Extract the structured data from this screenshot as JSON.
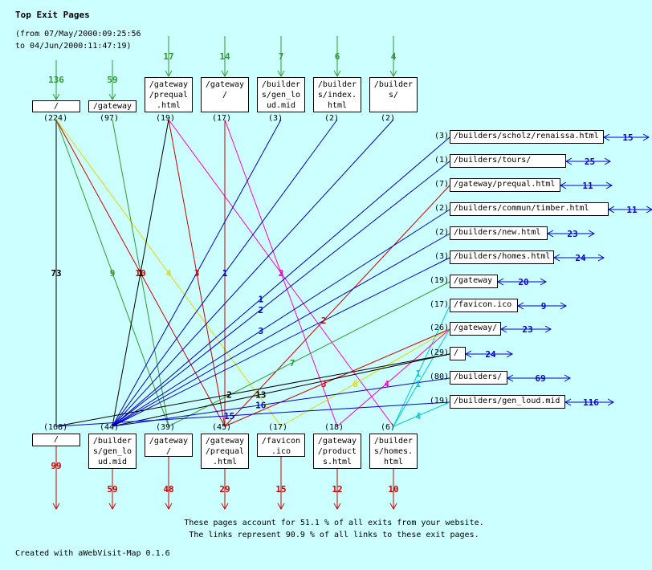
{
  "title": "Top Exit Pages",
  "subtitle_line1": "(from 07/May/2000:09:25:56",
  "subtitle_line2": "to 04/Jun/2000:11:47:19)",
  "footer_line1": "These pages account for 51.1 % of all exits from your website.",
  "footer_line2": "The links represent 90.9 % of all links to these exit pages.",
  "credit": "Created with aWebVisit-Map 0.1.6",
  "colors": {
    "background": "#ccffff",
    "green": "#339933",
    "red": "#cc0000",
    "blue": "#0000cc",
    "magenta": "#ff00cc",
    "yellow": "#dddd00",
    "cyan": "#00cccc",
    "black": "#000000"
  },
  "top_pages": [
    {
      "label": "/",
      "entries": "136",
      "count": "(224)"
    },
    {
      "label": "/gateway",
      "entries": "59",
      "count": "(97)"
    },
    {
      "label": "/gateway\n/prequal\n.html",
      "entries": "17",
      "count": "(19)"
    },
    {
      "label": "/gateway\n/",
      "entries": "14",
      "count": "(17)"
    },
    {
      "label": "/builder\ns/gen_lo\nud.mid",
      "entries": "7",
      "count": "(3)"
    },
    {
      "label": "/builder\ns/index.\nhtml",
      "entries": "6",
      "count": "(2)"
    },
    {
      "label": "/builder\ns/",
      "entries": "4",
      "count": "(2)"
    }
  ],
  "exit_pages": [
    {
      "label": "/",
      "exits": "99",
      "count": "(168)"
    },
    {
      "label": "/builder\ns/gen_lo\nud.mid",
      "exits": "59",
      "count": "(44)"
    },
    {
      "label": "/gateway\n/",
      "exits": "48",
      "count": "(39)"
    },
    {
      "label": "/gateway\n/prequal\n.html",
      "exits": "29",
      "count": "(45)"
    },
    {
      "label": "/favicon\n.ico",
      "exits": "15",
      "count": "(17)"
    },
    {
      "label": "/gateway\n/product\ns.html",
      "exits": "12",
      "count": "(18)"
    },
    {
      "label": "/builder\ns/homes.\nhtml",
      "exits": "10",
      "count": "(6)"
    }
  ],
  "side_pages": [
    {
      "label": "/builders/scholz/renaissa.html",
      "count": "(3)",
      "value": "15"
    },
    {
      "label": "/builders/tours/",
      "count": "(1)",
      "value": "25"
    },
    {
      "label": "/gateway/prequal.html",
      "count": "(7)",
      "value": "11"
    },
    {
      "label": "/builders/commun/timber.html",
      "count": "(2)",
      "value": "11"
    },
    {
      "label": "/builders/new.html",
      "count": "(2)",
      "value": "23"
    },
    {
      "label": "/builders/homes.html",
      "count": "(3)",
      "value": "24"
    },
    {
      "label": "/gateway",
      "count": "(19)",
      "value": "20"
    },
    {
      "label": "/favicon.ico",
      "count": "(17)",
      "value": "9"
    },
    {
      "label": "/gateway/",
      "count": "(26)",
      "value": "23"
    },
    {
      "label": "/",
      "count": "(29)",
      "value": "24"
    },
    {
      "label": "/builders/",
      "count": "(80)",
      "value": "69"
    },
    {
      "label": "/builders/gen_loud.mid",
      "count": "(19)",
      "value": "116"
    }
  ],
  "links": [
    {
      "from": "top.0",
      "to": "bot.0",
      "color": "black",
      "value": "73"
    },
    {
      "from": "top.0",
      "to": "bot.2",
      "color": "green",
      "value": "9"
    },
    {
      "from": "top.0",
      "to": "bot.3",
      "color": "red",
      "value": "10"
    },
    {
      "from": "top.0",
      "to": "bot.4",
      "color": "yellow",
      "value": "4"
    },
    {
      "from": "top.1",
      "to": "bot.2",
      "color": "green",
      "value": ""
    },
    {
      "from": "top.2",
      "to": "bot.3",
      "color": "red",
      "value": "3"
    },
    {
      "from": "top.2",
      "to": "bot.1",
      "color": "black",
      "value": "1"
    },
    {
      "from": "top.2",
      "to": "bot.6",
      "color": "magenta",
      "value": "3"
    },
    {
      "from": "top.3",
      "to": "bot.3",
      "color": "red",
      "value": "1"
    },
    {
      "from": "top.3",
      "to": "bot.5",
      "color": "magenta",
      "value": "2"
    },
    {
      "from": "top.4",
      "to": "bot.1",
      "color": "blue",
      "value": ""
    },
    {
      "from": "top.5",
      "to": "bot.1",
      "color": "blue",
      "value": "1"
    },
    {
      "from": "top.6",
      "to": "bot.1",
      "color": "blue",
      "value": ""
    },
    {
      "from": "side.0",
      "to": "bot.1",
      "color": "blue",
      "value": "1"
    },
    {
      "from": "side.1",
      "to": "bot.1",
      "color": "blue",
      "value": "2"
    },
    {
      "from": "side.2",
      "to": "bot.3",
      "color": "red",
      "value": "2"
    },
    {
      "from": "side.3",
      "to": "bot.1",
      "color": "blue",
      "value": "3"
    },
    {
      "from": "side.4",
      "to": "bot.1",
      "color": "blue",
      "value": ""
    },
    {
      "from": "side.5",
      "to": "bot.1",
      "color": "blue",
      "value": ""
    },
    {
      "from": "side.6",
      "to": "bot.2",
      "color": "green",
      "value": "7"
    },
    {
      "from": "side.7",
      "to": "bot.6",
      "color": "cyan",
      "value": "1"
    },
    {
      "from": "side.8",
      "to": "bot.3",
      "color": "red",
      "value": "3"
    },
    {
      "from": "side.8",
      "to": "bot.4",
      "color": "yellow",
      "value": "6"
    },
    {
      "from": "side.8",
      "to": "bot.5",
      "color": "magenta",
      "value": "4"
    },
    {
      "from": "side.8",
      "to": "bot.6",
      "color": "cyan",
      "value": "1"
    },
    {
      "from": "side.9",
      "to": "bot.0",
      "color": "black",
      "value": "2"
    },
    {
      "from": "side.9",
      "to": "bot.1",
      "color": "black",
      "value": "13"
    },
    {
      "from": "side.10",
      "to": "bot.1",
      "color": "blue",
      "value": "16"
    },
    {
      "from": "side.11",
      "to": "bot.0",
      "color": "blue",
      "value": "15"
    },
    {
      "from": "side.11",
      "to": "bot.6",
      "color": "cyan",
      "value": "4"
    }
  ]
}
